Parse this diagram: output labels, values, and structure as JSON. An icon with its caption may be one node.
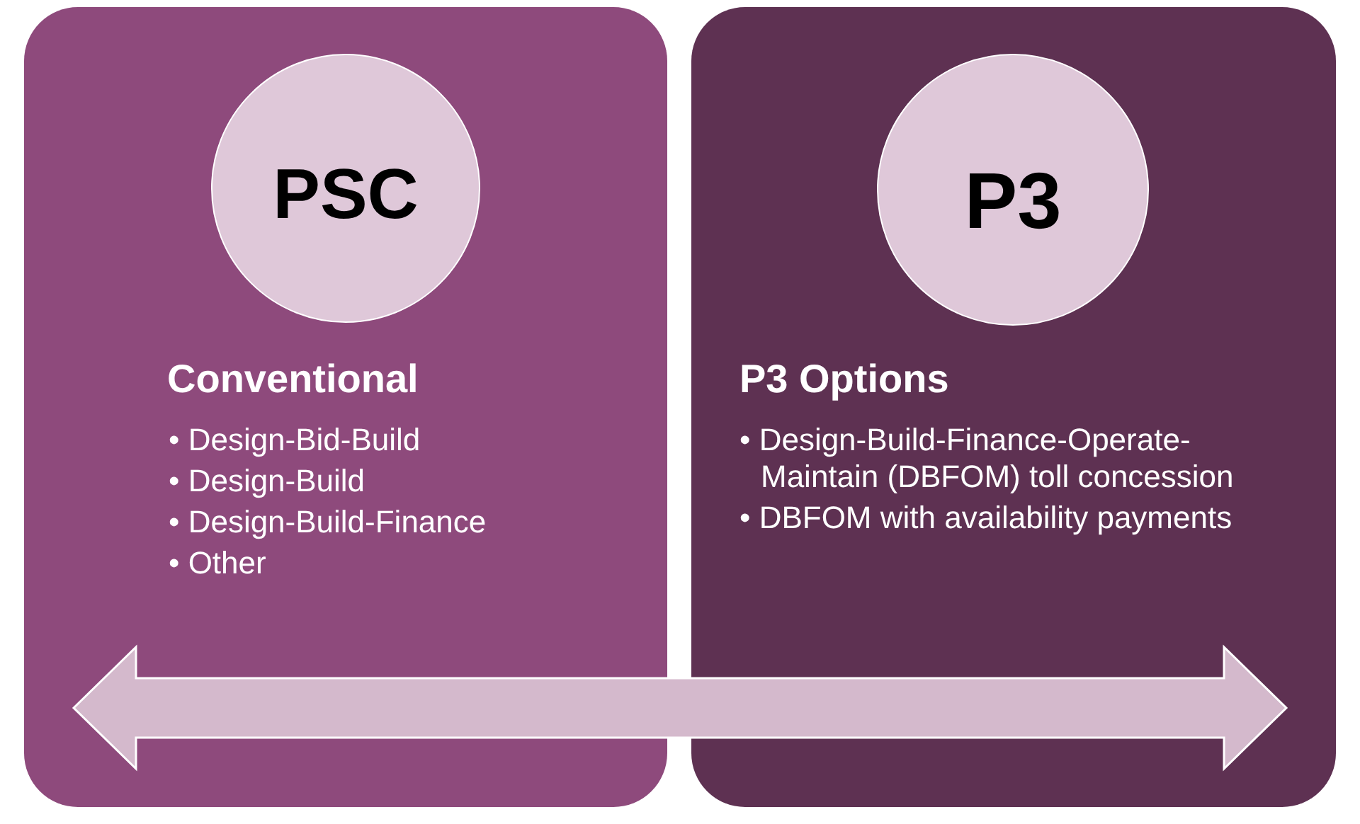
{
  "diagram": {
    "nodes": [
      {
        "text": [
          "Conventional",
          "• Design-Bid-Build",
          "• Design-Build",
          "• Design-Build-Finance",
          "• Other"
        ]
      },
      {
        "text": [
          "PSC"
        ],
        "in": 0
      },
      {
        "text": [
          "P3 Options",
          "• Design-Build-Finance-Operate-Maintain (DBFOM) toll concession",
          "• DBFOM with availability payments"
        ]
      },
      {
        "text": [
          "P3"
        ],
        "in": 2
      }
    ]
  }
}
